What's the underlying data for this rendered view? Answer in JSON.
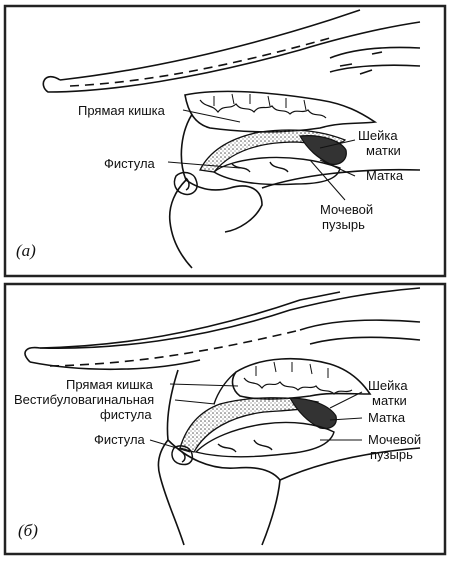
{
  "panel_a": {
    "letter": "(а)",
    "labels": {
      "rectum": "Прямая кишка",
      "fistula": "Фистула",
      "cervix_line1": "Шейка",
      "cervix_line2": "матки",
      "uterus": "Матка",
      "bladder_line1": "Мочевой",
      "bladder_line2": "пузырь"
    }
  },
  "panel_b": {
    "letter": "(б)",
    "labels": {
      "rectum": "Прямая кишка",
      "vestibulovaginal_line1": "Вестибуловагинальная",
      "vestibulovaginal_line2": "фистула",
      "fistula": "Фистула",
      "cervix_line1": "Шейка",
      "cervix_line2": "матки",
      "uterus": "Матка",
      "bladder_line1": "Мочевой",
      "bladder_line2": "пузырь"
    }
  },
  "colors": {
    "ink": "#111111",
    "frame": "#222222",
    "shading": "#6a6a6a",
    "background": "#ffffff"
  }
}
